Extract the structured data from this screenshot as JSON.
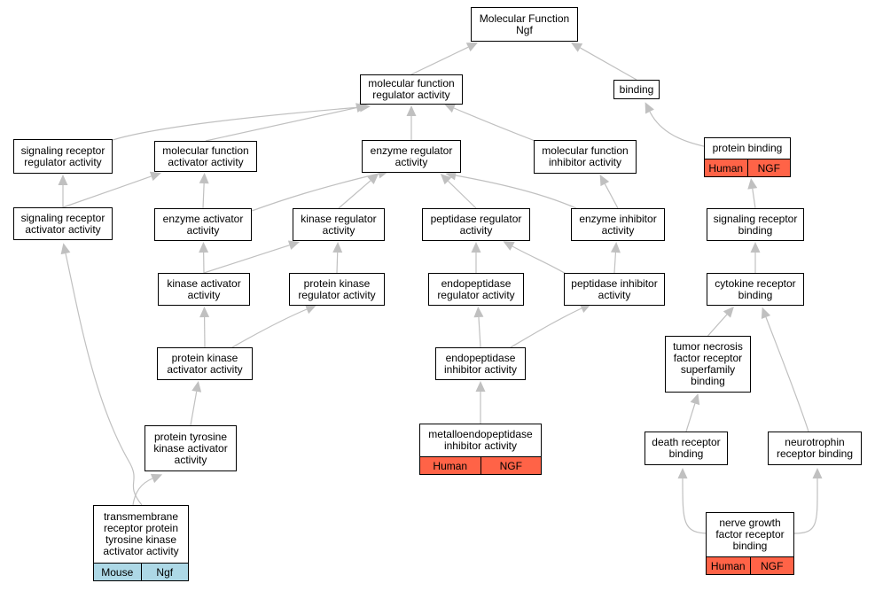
{
  "colors": {
    "edge": "#c0c0c0",
    "human": "#ff6347",
    "mouse": "#add8e6",
    "border": "#000000"
  },
  "nodes": [
    {
      "id": "mf_root",
      "label": "Molecular Function\nNgf"
    },
    {
      "id": "mf_reg",
      "label": "molecular function\nregulator activity"
    },
    {
      "id": "binding",
      "label": "binding"
    },
    {
      "id": "protein_binding",
      "label": "protein binding",
      "annotations": [
        {
          "species": "Human",
          "gene": "NGF",
          "color": "#ff6347"
        }
      ]
    },
    {
      "id": "sig_rec_reg",
      "label": "signaling receptor\nregulator activity"
    },
    {
      "id": "mf_act",
      "label": "molecular function\nactivator activity"
    },
    {
      "id": "enz_reg",
      "label": "enzyme regulator\nactivity"
    },
    {
      "id": "mf_inh",
      "label": "molecular function\ninhibitor activity"
    },
    {
      "id": "sig_rec_act",
      "label": "signaling receptor\nactivator activity"
    },
    {
      "id": "enz_act",
      "label": "enzyme activator\nactivity"
    },
    {
      "id": "kin_reg",
      "label": "kinase regulator\nactivity"
    },
    {
      "id": "pep_reg",
      "label": "peptidase regulator\nactivity"
    },
    {
      "id": "enz_inh",
      "label": "enzyme inhibitor\nactivity"
    },
    {
      "id": "sig_rec_bind",
      "label": "signaling receptor\nbinding"
    },
    {
      "id": "kin_act",
      "label": "kinase activator\nactivity"
    },
    {
      "id": "pk_reg",
      "label": "protein kinase\nregulator activity"
    },
    {
      "id": "endopep_reg",
      "label": "endopeptidase\nregulator activity"
    },
    {
      "id": "pep_inh",
      "label": "peptidase inhibitor\nactivity"
    },
    {
      "id": "cyto_bind",
      "label": "cytokine receptor\nbinding"
    },
    {
      "id": "pk_act",
      "label": "protein kinase\nactivator activity"
    },
    {
      "id": "endopep_inh",
      "label": "endopeptidase\ninhibitor activity"
    },
    {
      "id": "tnf_bind",
      "label": "tumor necrosis\nfactor receptor\nsuperfamily\nbinding"
    },
    {
      "id": "ptk_act",
      "label": "protein tyrosine\nkinase activator\nactivity"
    },
    {
      "id": "metallo_inh",
      "label": "metalloendopeptidase\ninhibitor activity",
      "annotations": [
        {
          "species": "Human",
          "gene": "NGF",
          "color": "#ff6347"
        }
      ]
    },
    {
      "id": "death_bind",
      "label": "death receptor\nbinding"
    },
    {
      "id": "neuro_bind",
      "label": "neurotrophin\nreceptor binding"
    },
    {
      "id": "tm_rptk_act",
      "label": "transmembrane\nreceptor protein\ntyrosine kinase\nactivator activity",
      "annotations": [
        {
          "species": "Mouse",
          "gene": "Ngf",
          "color": "#add8e6"
        }
      ]
    },
    {
      "id": "ngf_bind",
      "label": "nerve growth\nfactor receptor\nbinding",
      "annotations": [
        {
          "species": "Human",
          "gene": "NGF",
          "color": "#ff6347"
        }
      ]
    }
  ],
  "edges": [
    {
      "from": "mf_reg",
      "to": "mf_root"
    },
    {
      "from": "binding",
      "to": "mf_root"
    },
    {
      "from": "protein_binding",
      "to": "binding"
    },
    {
      "from": "sig_rec_reg",
      "to": "mf_reg"
    },
    {
      "from": "mf_act",
      "to": "mf_reg"
    },
    {
      "from": "enz_reg",
      "to": "mf_reg"
    },
    {
      "from": "mf_inh",
      "to": "mf_reg"
    },
    {
      "from": "sig_rec_act",
      "to": "sig_rec_reg"
    },
    {
      "from": "sig_rec_act",
      "to": "mf_act"
    },
    {
      "from": "enz_act",
      "to": "mf_act"
    },
    {
      "from": "enz_act",
      "to": "enz_reg"
    },
    {
      "from": "kin_reg",
      "to": "enz_reg"
    },
    {
      "from": "pep_reg",
      "to": "enz_reg"
    },
    {
      "from": "enz_inh",
      "to": "enz_reg"
    },
    {
      "from": "enz_inh",
      "to": "mf_inh"
    },
    {
      "from": "sig_rec_bind",
      "to": "protein_binding"
    },
    {
      "from": "kin_act",
      "to": "enz_act"
    },
    {
      "from": "kin_act",
      "to": "kin_reg"
    },
    {
      "from": "pk_reg",
      "to": "kin_reg"
    },
    {
      "from": "endopep_reg",
      "to": "pep_reg"
    },
    {
      "from": "pep_inh",
      "to": "pep_reg"
    },
    {
      "from": "pep_inh",
      "to": "enz_inh"
    },
    {
      "from": "cyto_bind",
      "to": "sig_rec_bind"
    },
    {
      "from": "pk_act",
      "to": "kin_act"
    },
    {
      "from": "pk_act",
      "to": "pk_reg"
    },
    {
      "from": "endopep_inh",
      "to": "endopep_reg"
    },
    {
      "from": "endopep_inh",
      "to": "pep_inh"
    },
    {
      "from": "tnf_bind",
      "to": "cyto_bind"
    },
    {
      "from": "neuro_bind",
      "to": "cyto_bind"
    },
    {
      "from": "ptk_act",
      "to": "pk_act"
    },
    {
      "from": "metallo_inh",
      "to": "endopep_inh"
    },
    {
      "from": "death_bind",
      "to": "tnf_bind"
    },
    {
      "from": "tm_rptk_act",
      "to": "ptk_act"
    },
    {
      "from": "tm_rptk_act",
      "to": "sig_rec_act"
    },
    {
      "from": "ngf_bind",
      "to": "death_bind"
    },
    {
      "from": "ngf_bind",
      "to": "neuro_bind"
    }
  ]
}
